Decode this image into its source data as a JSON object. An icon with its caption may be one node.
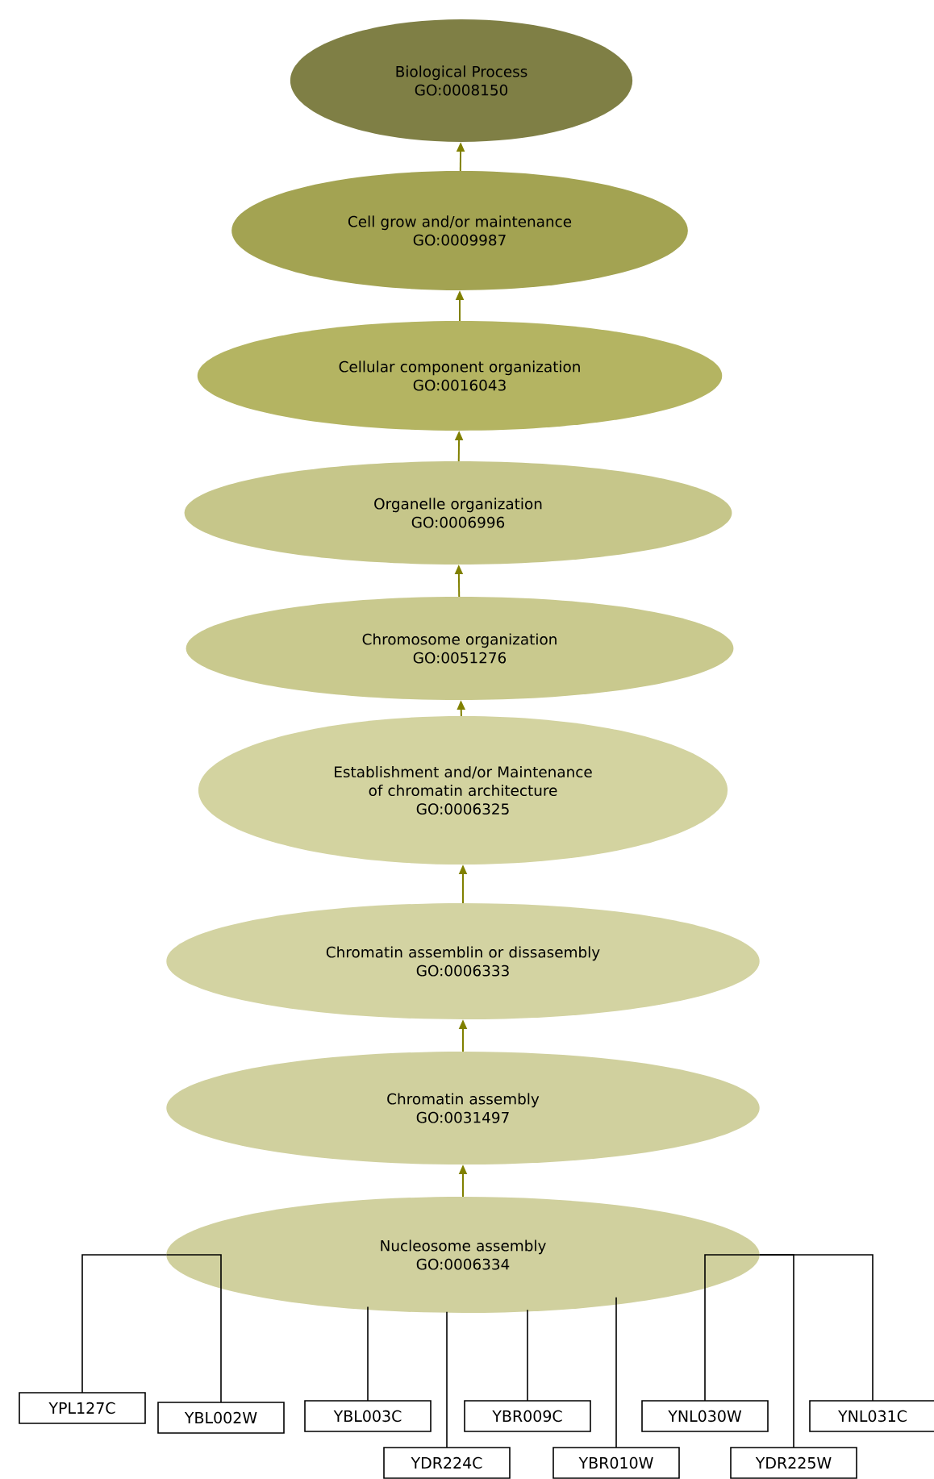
{
  "diagram": {
    "nodes": [
      {
        "text": [
          "Biological Process",
          "GO:0008150"
        ]
      },
      {
        "text": [
          "Cell grow and/or maintenance",
          "GO:0009987"
        ]
      },
      {
        "text": [
          "Cellular component organization",
          "GO:0016043"
        ]
      },
      {
        "text": [
          "Organelle organization",
          "GO:0006996"
        ]
      },
      {
        "text": [
          "Chromosome organization",
          "GO:0051276"
        ]
      },
      {
        "text": [
          "Establishment and/or Maintenance of chromatin architecture",
          "GO:0006325"
        ]
      },
      {
        "text": [
          "Chromatin assemblin or dissasembly",
          "GO:0006333"
        ]
      },
      {
        "text": [
          "Chromatin assembly",
          "GO:0031497"
        ]
      },
      {
        "text": [
          "Nucleosome assembly",
          "GO:0006334"
        ]
      },
      {
        "text": [
          "YPL127C"
        ]
      },
      {
        "text": [
          "YBL002W"
        ]
      },
      {
        "text": [
          "YBL003C"
        ]
      },
      {
        "text": [
          "YDR224C"
        ]
      },
      {
        "text": [
          "YBR009C"
        ]
      },
      {
        "text": [
          "YBR010W"
        ]
      },
      {
        "text": [
          "YNL030W"
        ]
      },
      {
        "text": [
          "YDR225W"
        ]
      },
      {
        "text": [
          "YNL031C"
        ]
      }
    ],
    "edges": [
      {
        "from": 1,
        "to": 0,
        "arrow": "to",
        "color": "#808000"
      },
      {
        "from": 2,
        "to": 1,
        "arrow": "to",
        "color": "#808000"
      },
      {
        "from": 3,
        "to": 2,
        "arrow": "to",
        "color": "#808000"
      },
      {
        "from": 4,
        "to": 3,
        "arrow": "to",
        "color": "#808000"
      },
      {
        "from": 5,
        "to": 4,
        "arrow": "to",
        "color": "#808000"
      },
      {
        "from": 6,
        "to": 5,
        "arrow": "to",
        "color": "#808000"
      },
      {
        "from": 7,
        "to": 6,
        "arrow": "to",
        "color": "#808000"
      },
      {
        "from": 8,
        "to": 7,
        "arrow": "to",
        "color": "#808000"
      },
      {
        "from": 8,
        "to": 9,
        "arrow": "none"
      },
      {
        "from": 8,
        "to": 10,
        "arrow": "none"
      },
      {
        "from": 8,
        "to": 11,
        "arrow": "none"
      },
      {
        "from": 8,
        "to": 12,
        "arrow": "none"
      },
      {
        "from": 8,
        "to": 13,
        "arrow": "none"
      },
      {
        "from": 8,
        "to": 14,
        "arrow": "none"
      },
      {
        "from": 8,
        "to": 15,
        "arrow": "none"
      },
      {
        "from": 8,
        "to": 16,
        "arrow": "none"
      },
      {
        "from": 8,
        "to": 17,
        "arrow": "none"
      }
    ]
  }
}
